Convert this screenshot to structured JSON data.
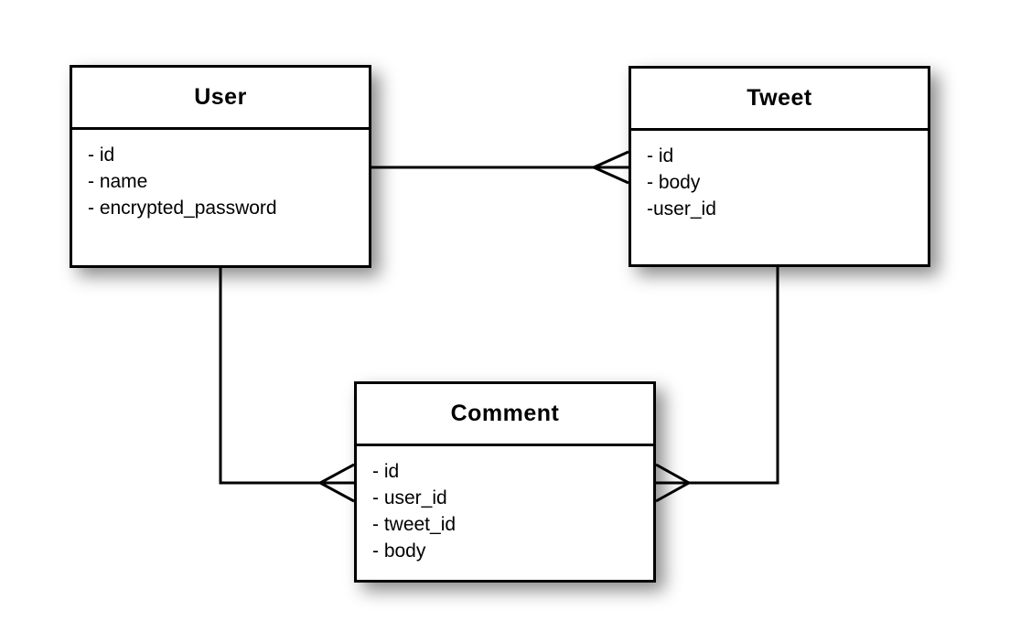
{
  "diagram": {
    "kind": "entity-relationship",
    "colors": {
      "line": "#000000",
      "entity_background": "#ffffff",
      "text": "#000000",
      "page_background": "#ffffff"
    },
    "entities": [
      {
        "name": "User",
        "fields": [
          "- id",
          "- name",
          "- encrypted_password"
        ]
      },
      {
        "name": "Tweet",
        "fields": [
          "- id",
          "- body",
          "-user_id"
        ]
      },
      {
        "name": "Comment",
        "fields": [
          "- id",
          "- user_id",
          "- tweet_id",
          "- body"
        ]
      }
    ],
    "relationships": [
      {
        "from": "User",
        "to": "Tweet",
        "type": "one-to-many",
        "notation": "crow-foot"
      },
      {
        "from": "User",
        "to": "Comment",
        "type": "one-to-many",
        "notation": "crow-foot"
      },
      {
        "from": "Tweet",
        "to": "Comment",
        "type": "one-to-many",
        "notation": "crow-foot"
      }
    ]
  }
}
